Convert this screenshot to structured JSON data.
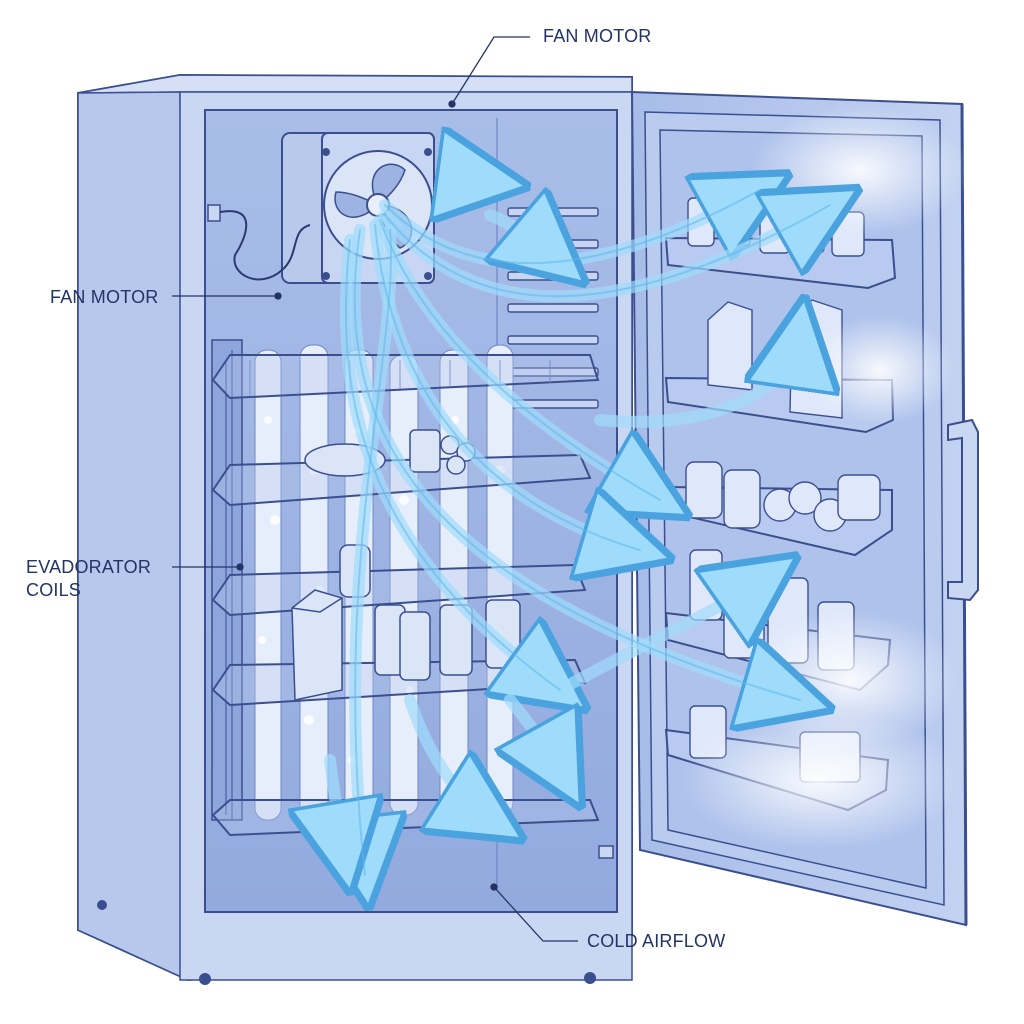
{
  "labels": {
    "fan_motor_top": "FAN MOTOR",
    "fan_motor_left": "FAN MOTOR",
    "evaporator_line1": "EVADORATOR",
    "evaporator_line2": "COILS",
    "cold_airflow": "COLD AIRFLOW"
  },
  "colors": {
    "line": "#3b4f8f",
    "cabinet": "#c9d6f0",
    "interior": "#a4b8e6",
    "door": "#b0c3ea",
    "frost": "#eef3ff",
    "airflow": "#8fd3f7"
  },
  "icons": [
    "fan-icon",
    "airflow-arrow-icon",
    "frost-icon"
  ]
}
